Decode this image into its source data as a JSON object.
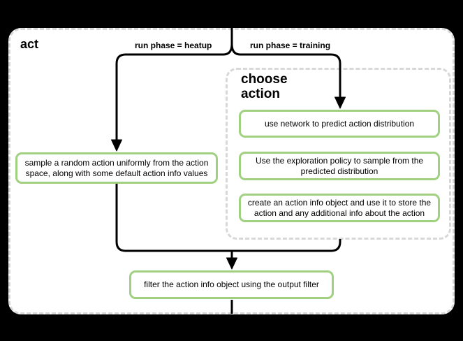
{
  "diagram": {
    "title": "act",
    "edge_labels": {
      "heatup": "run phase = heatup",
      "training": "run phase = training"
    },
    "choose_group": {
      "title_line1": "choose",
      "title_line2": "action"
    },
    "nodes": {
      "sample_random": {
        "lines": [
          "sample a random action uniformly from the action",
          "space, along with some default action info values"
        ]
      },
      "predict_distribution": {
        "lines": [
          "use network to predict action distribution"
        ]
      },
      "exploration_sample": {
        "lines": [
          "Use the exploration policy to sample from the",
          "predicted distribution"
        ]
      },
      "create_action_info": {
        "lines": [
          "create an action info object and use it to store the",
          "action and any additional info about the action"
        ]
      },
      "output_filter": {
        "lines": [
          "filter the action info object using the output filter"
        ]
      }
    },
    "colors": {
      "background": "#000000",
      "surface": "#ffffff",
      "node_border": "#a0d080",
      "group_border": "#d8d8d8",
      "connector": "#000000",
      "text": "#000000"
    }
  }
}
